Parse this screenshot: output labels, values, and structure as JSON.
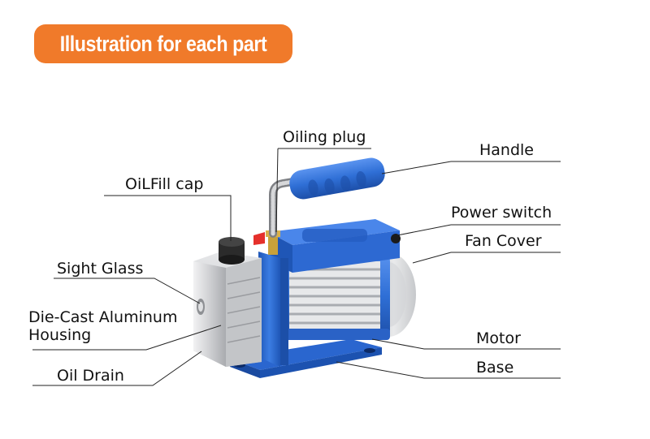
{
  "title": "Illustration for each part",
  "colors": {
    "banner": "#f07a2a",
    "pump_blue": "#2f6fd6",
    "housing_silver": "#d9dadc",
    "leader_line": "#222222"
  },
  "labels": {
    "oiling_plug": "Oiling plug",
    "oil_fill_cap": "OiLFill cap",
    "handle": "Handle",
    "power_switch": "Power switch",
    "fan_cover": "Fan Cover",
    "sight_glass": "Sight Glass",
    "housing_line1": "Die-Cast Aluminum",
    "housing_line2": "Housing",
    "motor": "Motor",
    "oil_drain": "Oil Drain",
    "base": "Base"
  }
}
